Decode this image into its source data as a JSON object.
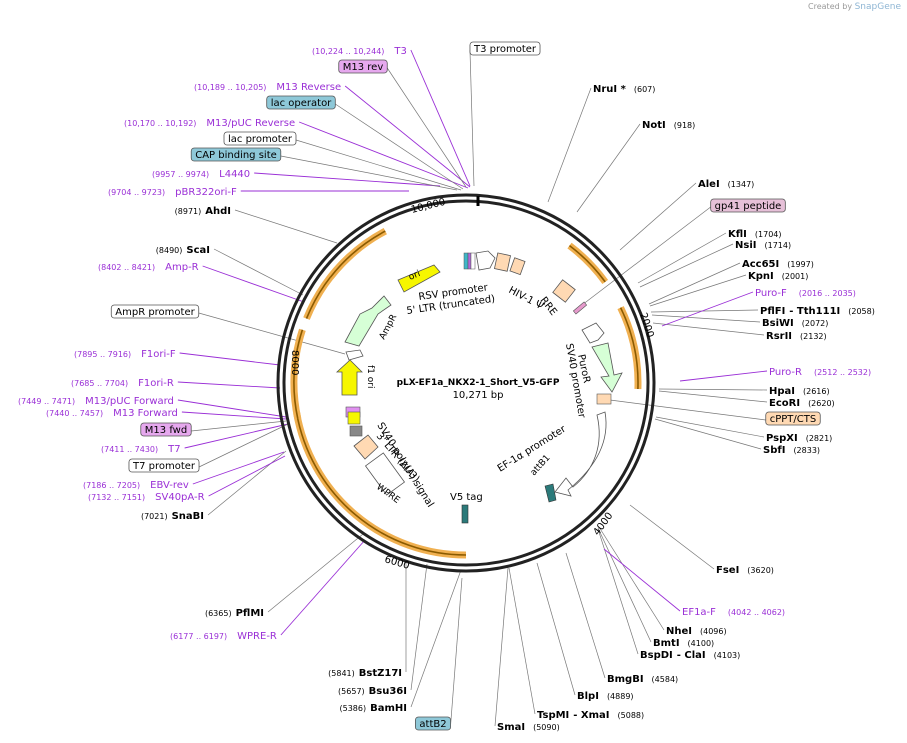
{
  "credit": {
    "prefix": "Created by",
    "brand": "SnapGene"
  },
  "plasmid": {
    "name": "pLX-EF1a_NKX2-1_Short_V5-GFP",
    "length": "10,271 bp"
  },
  "colors": {
    "enzyme": "#000000",
    "primer": "#9a2fd6",
    "ring": "#222222",
    "feature_green": "#d6ffd6",
    "feature_yellow": "#f6f600",
    "feature_peach": "#ffd9b3",
    "orange_arrow": "#f0a030"
  },
  "enzymes": [
    {
      "name": "NruI *",
      "pos": "(607)"
    },
    {
      "name": "NotI",
      "pos": "(918)"
    },
    {
      "name": "AleI",
      "pos": "(1347)"
    },
    {
      "name": "KflI",
      "pos": "(1704)"
    },
    {
      "name": "NsiI",
      "pos": "(1714)"
    },
    {
      "name": "Acc65I",
      "pos": "(1997)"
    },
    {
      "name": "KpnI",
      "pos": "(2001)"
    },
    {
      "name": "PflFI",
      "dash": "- Tth111I",
      "pos": "(2058)"
    },
    {
      "name": "BsiWI",
      "pos": "(2072)"
    },
    {
      "name": "RsrII",
      "pos": "(2132)"
    },
    {
      "name": "HpaI",
      "pos": "(2616)"
    },
    {
      "name": "EcoRI",
      "pos": "(2620)"
    },
    {
      "name": "PspXI",
      "pos": "(2821)"
    },
    {
      "name": "SbfI",
      "pos": "(2833)"
    },
    {
      "name": "FseI",
      "pos": "(3620)"
    },
    {
      "name": "NheI",
      "pos": "(4096)"
    },
    {
      "name": "BmtI",
      "pos": "(4100)"
    },
    {
      "name": "BspDI",
      "dash": "- ClaI",
      "pos": "(4103)"
    },
    {
      "name": "BmgBI",
      "pos": "(4584)"
    },
    {
      "name": "BlpI",
      "pos": "(4889)"
    },
    {
      "name": "TspMI",
      "dash": "- XmaI",
      "pos": "(5088)"
    },
    {
      "name": "SmaI",
      "pos": "(5090)"
    },
    {
      "name": "BamHI",
      "pos": "(5386)"
    },
    {
      "name": "Bsu36I",
      "pos": "(5657)"
    },
    {
      "name": "BstZ17I",
      "pos": "(5841)"
    },
    {
      "name": "PflMI",
      "pos": "(6365)"
    },
    {
      "name": "SnaBI",
      "pos": "(7021)"
    },
    {
      "name": "ScaI",
      "pos": "(8490)"
    },
    {
      "name": "AhdI",
      "pos": "(8971)"
    }
  ],
  "primers": [
    {
      "name": "T3",
      "range": "(10,224 .. 10,244)"
    },
    {
      "name": "M13 Reverse",
      "range": "(10,189 .. 10,205)"
    },
    {
      "name": "M13/pUC Reverse",
      "range": "(10,170 .. 10,192)"
    },
    {
      "name": "L4440",
      "range": "(9957 .. 9974)"
    },
    {
      "name": "pBR322ori-F",
      "range": "(9704 .. 9723)"
    },
    {
      "name": "Amp-R",
      "range": "(8402 .. 8421)"
    },
    {
      "name": "F1ori-F",
      "range": "(7895 .. 7916)"
    },
    {
      "name": "F1ori-R",
      "range": "(7685 .. 7704)"
    },
    {
      "name": "M13/pUC Forward",
      "range": "(7449 .. 7471)"
    },
    {
      "name": "M13 Forward",
      "range": "(7440 .. 7457)"
    },
    {
      "name": "T7",
      "range": "(7411 .. 7430)"
    },
    {
      "name": "EBV-rev",
      "range": "(7186 .. 7205)"
    },
    {
      "name": "SV40pA-R",
      "range": "(7132 .. 7151)"
    },
    {
      "name": "WPRE-R",
      "range": "(6177 .. 6197)"
    },
    {
      "name": "Puro-F",
      "range": "(2016 .. 2035)"
    },
    {
      "name": "Puro-R",
      "range": "(2512 .. 2532)"
    },
    {
      "name": "EF1a-F",
      "range": "(4042 .. 4062)"
    }
  ],
  "boxes": [
    {
      "text": "T3 promoter"
    },
    {
      "text": "M13 rev"
    },
    {
      "text": "lac operator"
    },
    {
      "text": "lac promoter"
    },
    {
      "text": "CAP binding site"
    },
    {
      "text": "AmpR promoter"
    },
    {
      "text": "M13 fwd"
    },
    {
      "text": "T7 promoter"
    },
    {
      "text": "gp41 peptide"
    },
    {
      "text": "cPPT/CTS"
    },
    {
      "text": "attB2"
    }
  ],
  "ticks": [
    "2000",
    "4000",
    "6000",
    "8000",
    "10,000"
  ],
  "features": [
    "ori",
    "RSV promoter",
    "5' LTR (truncated)",
    "HIV-1 Ψ",
    "RRE",
    "PuroR",
    "SV40 promoter",
    "EF-1α promoter",
    "attB1",
    "V5 tag",
    "SV40 poly(A) signal",
    "3' LTR (ΔU3)",
    "WPRE",
    "f1 ori",
    "AmpR"
  ]
}
